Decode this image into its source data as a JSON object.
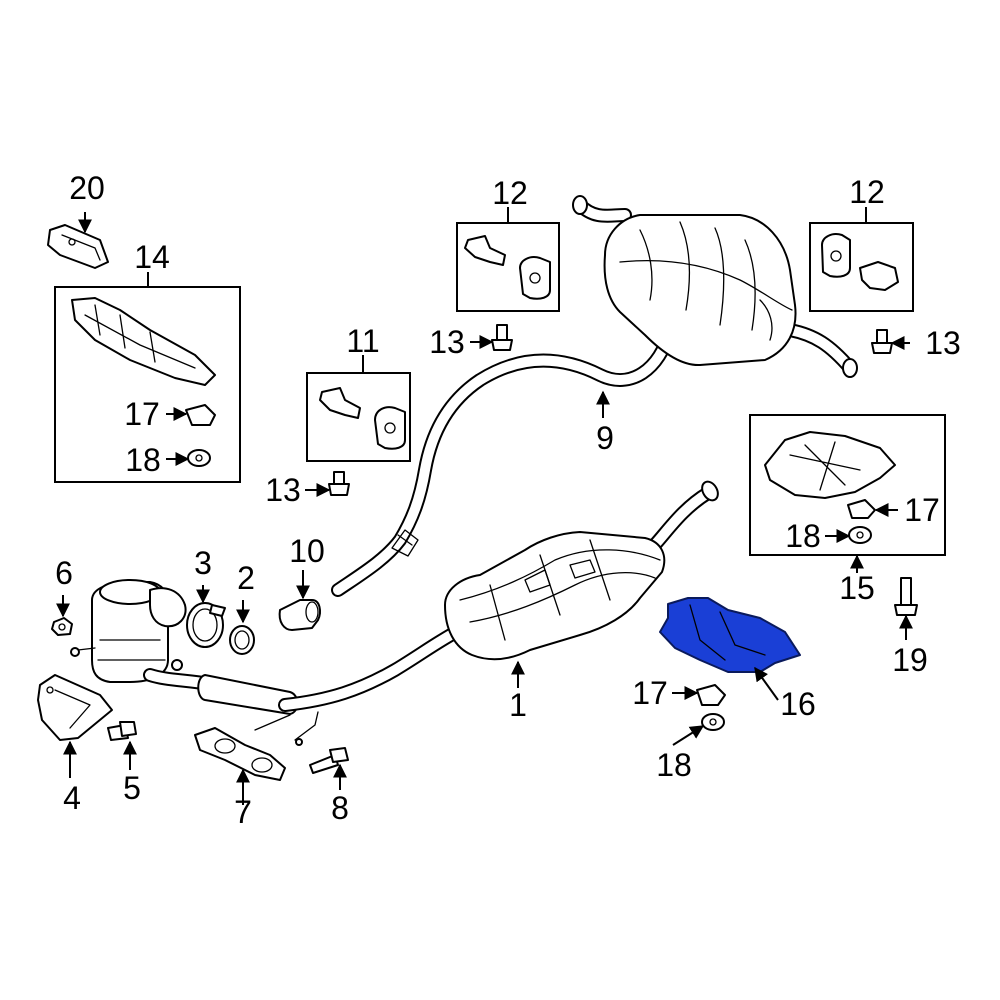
{
  "diagram": {
    "highlight_color": "#1a3fd6",
    "callouts": {
      "c1": "1",
      "c2": "2",
      "c3": "3",
      "c4": "4",
      "c5": "5",
      "c6": "6",
      "c7": "7",
      "c8": "8",
      "c9": "9",
      "c10": "10",
      "c11": "11",
      "c12a": "12",
      "c12b": "12",
      "c13a": "13",
      "c13b": "13",
      "c13c": "13",
      "c14": "14",
      "c15": "15",
      "c16": "16",
      "c17a": "17",
      "c17b": "17",
      "c17c": "17",
      "c18a": "18",
      "c18b": "18",
      "c18c": "18",
      "c19": "19",
      "c20": "20"
    }
  }
}
